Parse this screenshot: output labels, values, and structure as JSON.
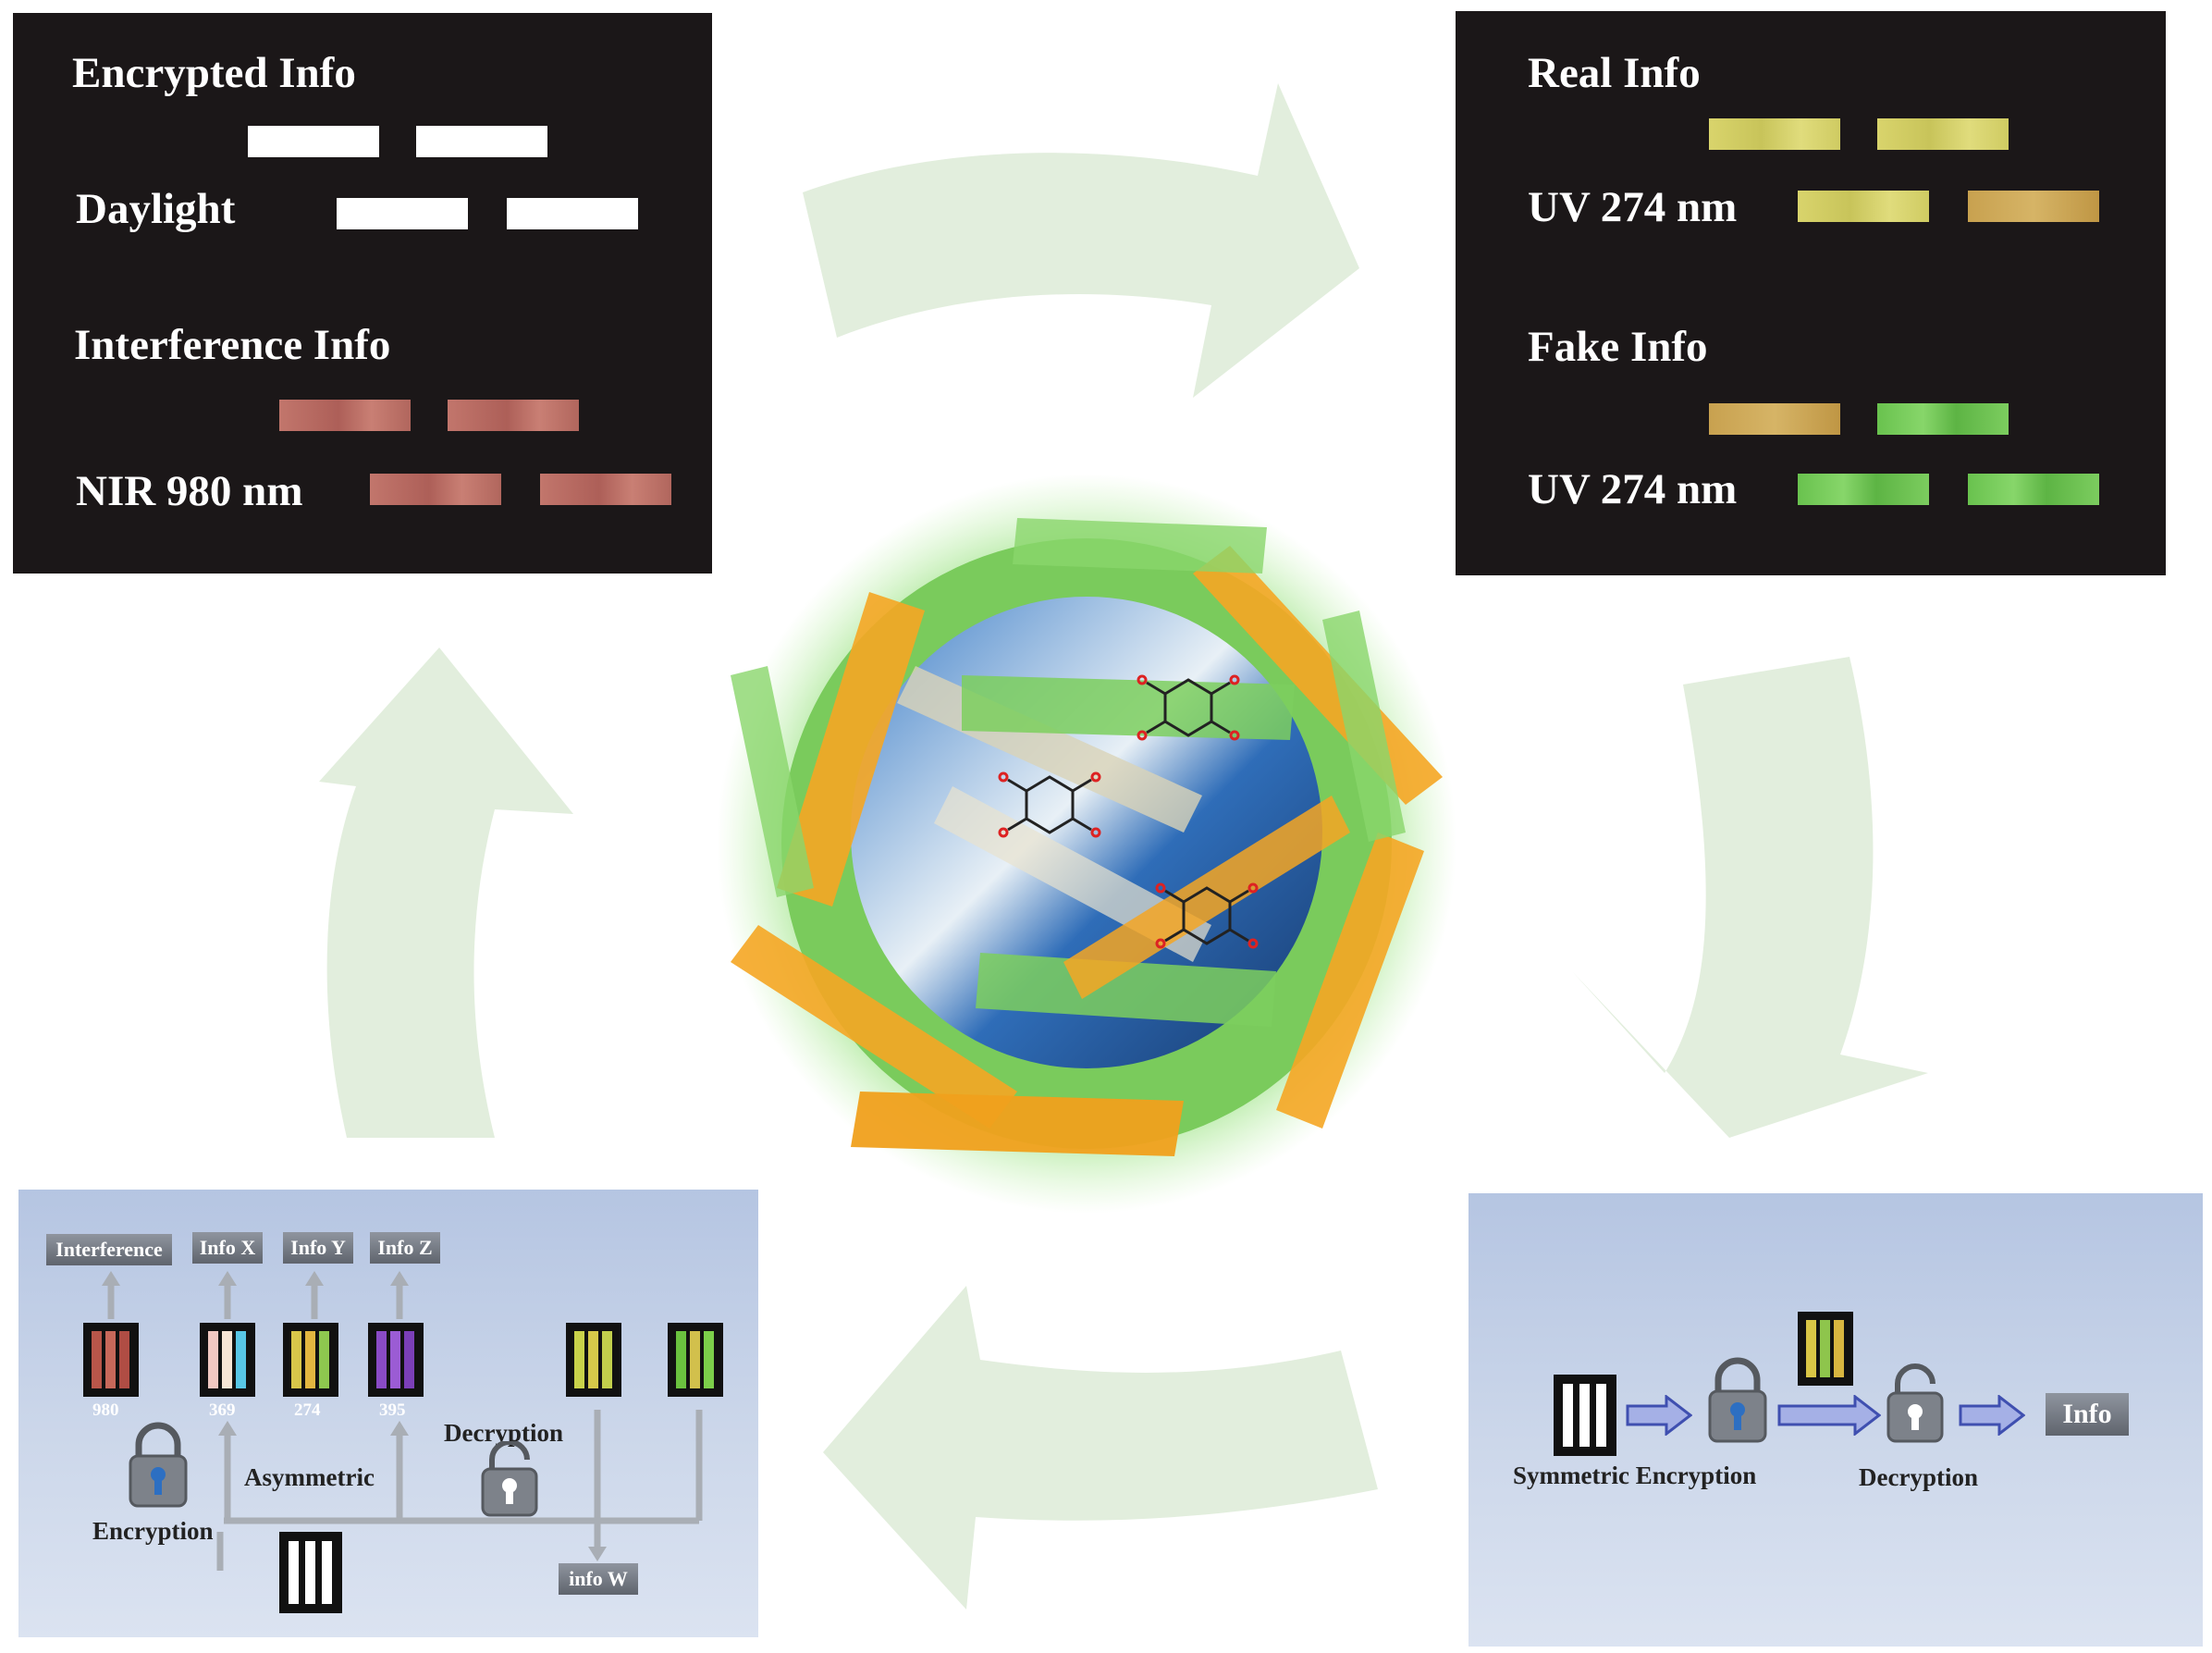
{
  "top_left_panel": {
    "encrypted_label": "Encrypted Info",
    "daylight_label": "Daylight",
    "interference_label": "Interference Info",
    "nir_label": "NIR 980 nm"
  },
  "top_right_panel": {
    "real_label": "Real Info",
    "uv_real_label": "UV 274 nm",
    "fake_label": "Fake Info",
    "uv_fake_label": "UV 274 nm"
  },
  "bottom_left_panel": {
    "tags": [
      "Interference",
      "Info X",
      "Info Y",
      "Info Z"
    ],
    "wavelengths": [
      "980",
      "369",
      "274",
      "395"
    ],
    "decryption_label": "Decryption",
    "asymmetric_label": "Asymmetric",
    "encryption_label": "Encryption",
    "info_w_label": "info W"
  },
  "bottom_right_panel": {
    "symmetric_label": "Symmetric Encryption",
    "decryption_label": "Decryption",
    "info_label": "Info"
  },
  "colors": {
    "arrow": "#e2eedd",
    "panel_dark": "#1b1718",
    "panel_light": "#c6d2e8",
    "orange": "#f5a623",
    "green": "#6ccf5a"
  },
  "icons": [
    "lock-closed-icon",
    "lock-open-icon",
    "arrow-right-icon",
    "arrow-up-icon",
    "barcode-icon"
  ]
}
